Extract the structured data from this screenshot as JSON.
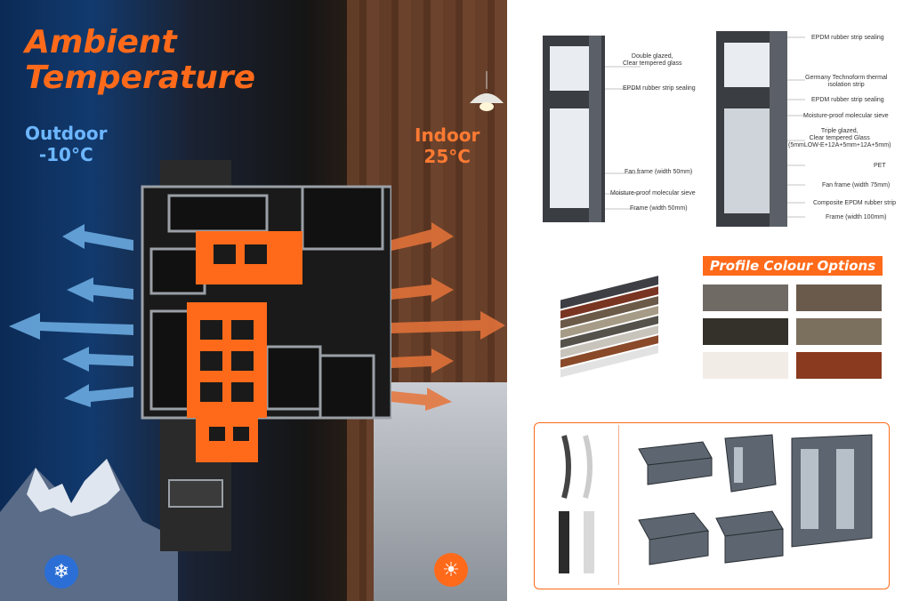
{
  "left": {
    "title_line1": "Ambient",
    "title_line2": "Temperature",
    "outdoor_label": "Outdoor",
    "outdoor_temp": "-10°C",
    "indoor_label": "Indoor",
    "indoor_temp": "25°C",
    "icons": [
      "snowflake-icon",
      "sun-icon"
    ],
    "colors": {
      "accent": "#ff6a1a",
      "cold": "#6cb6ff"
    }
  },
  "window_diagrams": {
    "left_callouts": [
      "Double glazed,",
      "Clear tempered glass",
      "EPDM rubber strip sealing",
      "Fan frame (width 50mm)",
      "Moisture-proof molecular sieve",
      "Frame (width 50mm)"
    ],
    "right_callouts": [
      "EPDM rubber strip sealing",
      "Germany Technoform thermal",
      "isolation strip",
      "EPDM rubber strip sealing",
      "Moisture-proof molecular sieve",
      "Triple glazed,",
      "Clear tempered Glass",
      "(5mmLOW-E+12A+5mm+12A+5mm)",
      "PET",
      "Fan frame (width 75mm)",
      "Composite EPDM rubber strip",
      "Frame (width 100mm)"
    ]
  },
  "colour_options": {
    "title": "Profile Colour Options",
    "swatches": [
      "#6f6b64",
      "#6a5a4c",
      "#34302a",
      "#7b6f5e",
      "#f1ede6",
      "#8a3a1e"
    ]
  }
}
